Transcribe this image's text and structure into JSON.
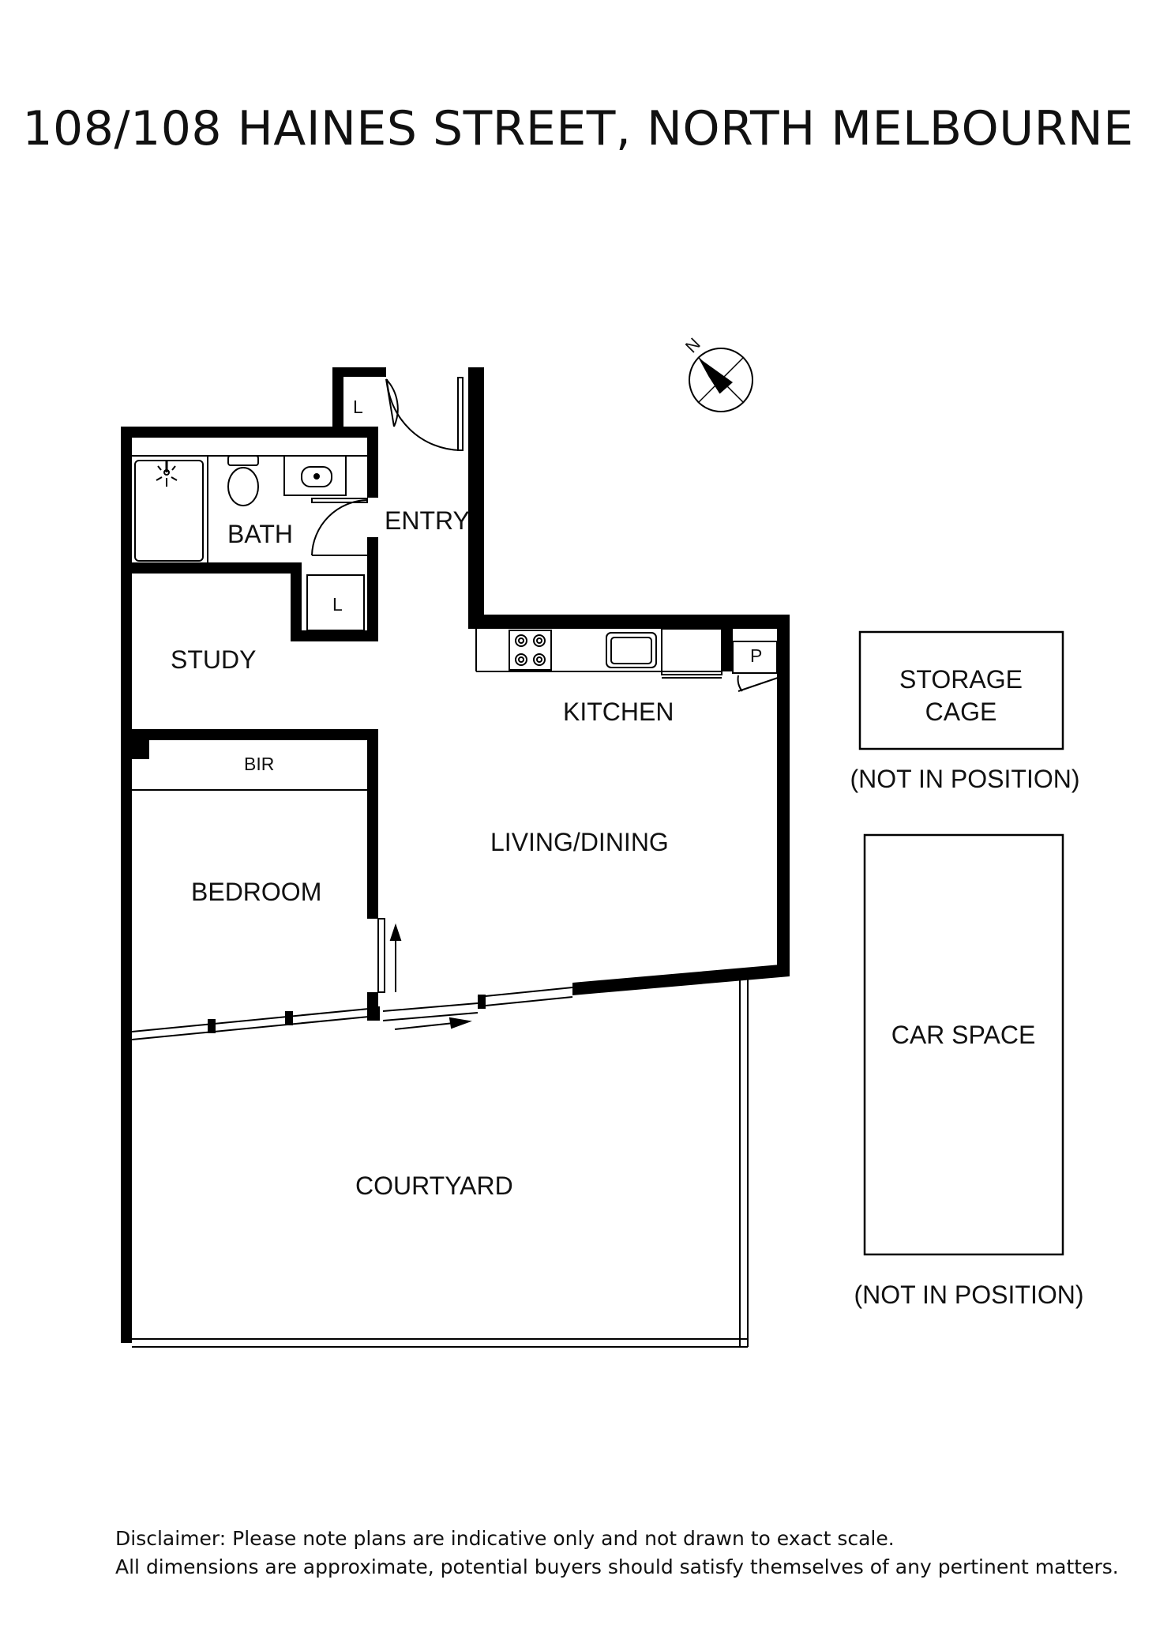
{
  "title": "108/108 HAINES STREET, NORTH MELBOURNE",
  "rooms": {
    "bath": "BATH",
    "entry": "ENTRY",
    "study": "STUDY",
    "kitchen": "KITCHEN",
    "bir": "BIR",
    "bedroom": "BEDROOM",
    "living_dining": "LIVING/DINING",
    "courtyard": "COURTYARD",
    "linen_top": "L",
    "linen_mid": "L",
    "pantry": "P"
  },
  "storage_cage": {
    "line1": "STORAGE",
    "line2": "CAGE",
    "note": "(NOT IN POSITION)"
  },
  "car_space": {
    "label": "CAR SPACE",
    "note": "(NOT IN POSITION)"
  },
  "compass": {
    "label": "N",
    "icon": "north-arrow-icon"
  },
  "disclaimer": {
    "line1": "Disclaimer: Please note plans are indicative only and not drawn to exact scale.",
    "line2": "All dimensions are approximate, potential buyers should satisfy themselves of any pertinent matters."
  }
}
